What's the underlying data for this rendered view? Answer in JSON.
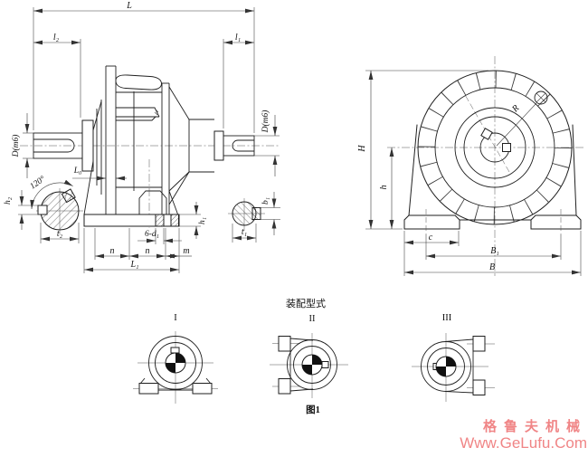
{
  "main_view": {
    "dim_L": "L",
    "dim_l2": "l₂",
    "dim_l1": "l₁",
    "dim_D_left": "D(m6)",
    "dim_D_right": "D(m6)",
    "dim_L0": "L₀",
    "angle_120": "120°",
    "dim_h2": "h₂",
    "dim_t2": "t₂",
    "dim_b1": "b₁",
    "dim_t1": "t₁",
    "dim_holes": "6-d₁",
    "dim_h1": "h₁",
    "dim_n_left": "n",
    "dim_n_right": "n",
    "dim_m": "m",
    "dim_L1": "L₁"
  },
  "end_view": {
    "dim_H": "H",
    "dim_h": "h",
    "dim_R": "R",
    "dim_c": "c",
    "dim_B1": "B₁",
    "dim_B": "B"
  },
  "assembly": {
    "title": "装配型式",
    "caption": "图1",
    "variants": [
      "I",
      "II",
      "III"
    ]
  },
  "watermark": {
    "line1": "格鲁夫机械",
    "line2": "Www.GeLufu.Com",
    "color": "#f08586"
  }
}
